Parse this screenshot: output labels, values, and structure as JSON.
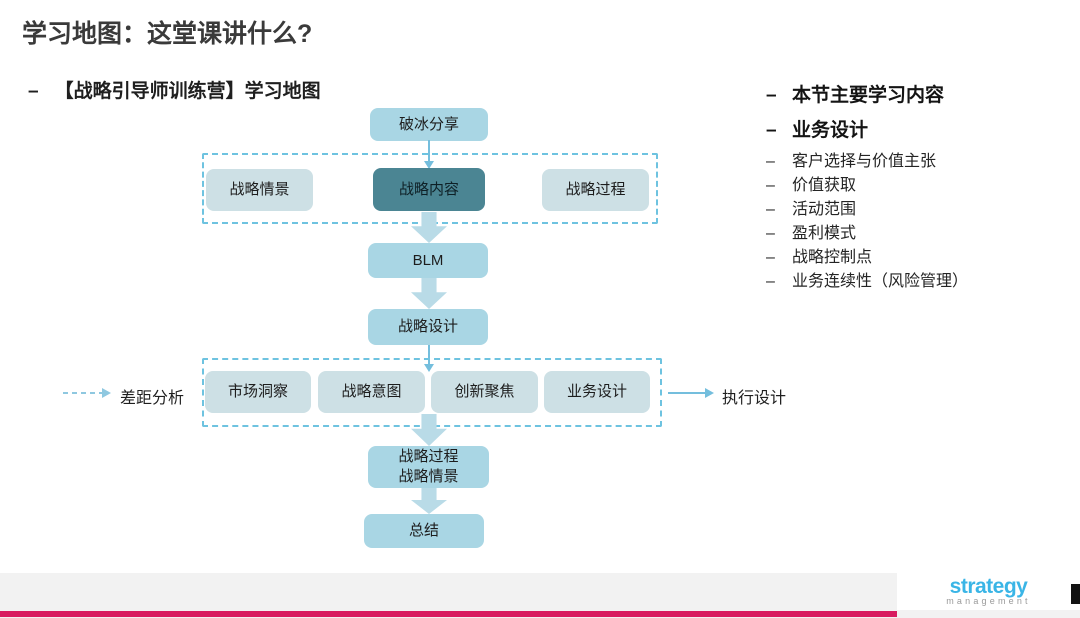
{
  "title": "学习地图：这堂课讲什么?",
  "intro": {
    "bullet": "–",
    "label": "【战略引导师训练营】学习地图"
  },
  "flow": {
    "icebreaker": "破冰分享",
    "row1": [
      "战略情景",
      "战略内容",
      "战略过程"
    ],
    "blm": "BLM",
    "strategy_design": "战略设计",
    "row2": [
      "市场洞察",
      "战略意图",
      "创新聚焦",
      "业务设计"
    ],
    "process_box_line1": "战略过程",
    "process_box_line2": "战略情景",
    "summary": "总结",
    "gap_analysis": "差距分析",
    "execution_design": "执行设计"
  },
  "right_list": {
    "bullet": "–",
    "items": [
      {
        "text": "本节主要学习内容",
        "emphasis": "bold"
      },
      {
        "text": "业务设计",
        "emphasis": "bold"
      },
      {
        "text": "客户选择与价值主张",
        "emphasis": "normal"
      },
      {
        "text": "价值获取",
        "emphasis": "normal"
      },
      {
        "text": "活动范围",
        "emphasis": "normal"
      },
      {
        "text": "盈利模式",
        "emphasis": "normal"
      },
      {
        "text": "战略控制点",
        "emphasis": "normal"
      },
      {
        "text": "业务连续性（风险管理）",
        "emphasis": "normal"
      }
    ]
  },
  "footer": {
    "logo_primary": "strategy",
    "logo_secondary": "management"
  },
  "colors": {
    "accent_bar": "#d81b60",
    "node_light_blue": "#a9d6e4",
    "node_pale_blue": "#cde0e5",
    "node_dark_teal": "#4b8593",
    "dashed_border": "#6ec3e0",
    "arrow_blue": "#74bedd",
    "logo_blue": "#3ab5e6",
    "footer_gray": "#f2f2f2"
  }
}
